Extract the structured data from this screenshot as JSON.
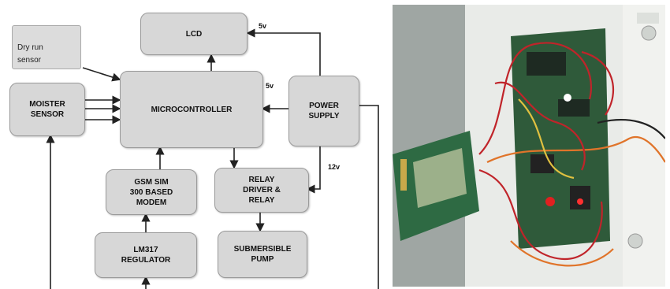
{
  "diagram": {
    "blocks": {
      "lcd": "LCD",
      "dry_run": "Dry run\nsensor",
      "microcontroller": "MICROCONTROLLER",
      "power_supply": "POWER\nSUPPLY",
      "moister_sensor": "MOISTER\nSENSOR",
      "gsm": "GSM SIM\n300 BASED\nMODEM",
      "relay": "RELAY\nDRIVER &\nRELAY",
      "lm317": "LM317\nREGULATOR",
      "pump": "SUBMERSIBLE\nPUMP"
    },
    "voltages": {
      "lcd_5v": "5v",
      "mcu_5v": "5v",
      "relay_12v": "12v"
    }
  },
  "photo": {
    "colors": {
      "panel": "#ececec",
      "pcb": "#2f5a3a",
      "lcd_board": "#2e6a43",
      "lcd_screen": "#9cb08a",
      "wire_red": "#c0242a",
      "wire_orange": "#e0742a",
      "wire_yellow": "#e0c040"
    }
  }
}
